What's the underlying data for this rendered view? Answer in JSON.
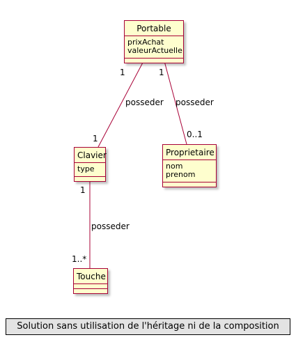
{
  "classes": {
    "portable": {
      "name": "Portable",
      "attributes": [
        "prixAchat",
        "valeurActuelle"
      ]
    },
    "clavier": {
      "name": "Clavier",
      "attributes": [
        "type"
      ]
    },
    "proprietaire": {
      "name": "Proprietaire",
      "attributes": [
        "nom",
        "prenom"
      ]
    },
    "touche": {
      "name": "Touche",
      "attributes": []
    }
  },
  "associations": {
    "portable_clavier": {
      "label": "posseder",
      "source_multiplicity": "1",
      "target_multiplicity": "1"
    },
    "portable_proprietaire": {
      "label": "posseder",
      "source_multiplicity": "1",
      "target_multiplicity": "0..1"
    },
    "clavier_touche": {
      "label": "posseder",
      "source_multiplicity": "1",
      "target_multiplicity": "1..*"
    }
  },
  "caption": "Solution sans utilisation de l'héritage ni de la composition",
  "colors": {
    "border": "#a80036",
    "fill": "#fefece",
    "caption_fill": "#e3e3e3"
  }
}
